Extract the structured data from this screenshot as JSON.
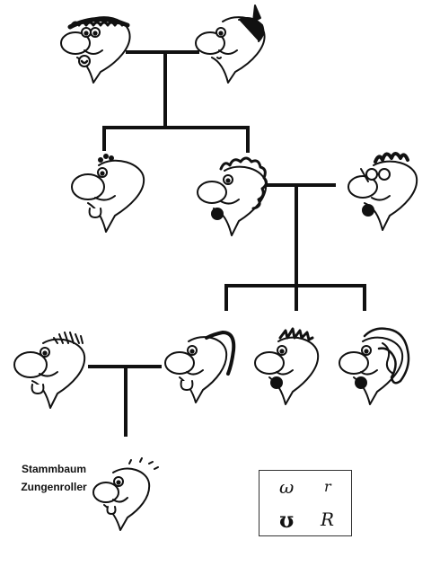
{
  "caption": {
    "line1": "Stammbaum",
    "line2": "Zungenroller"
  },
  "legend": {
    "rows": [
      {
        "symbol_left": "ω",
        "symbol_right": "r"
      },
      {
        "symbol_left": "ʊ",
        "symbol_right": "R"
      }
    ]
  },
  "people": [
    {
      "generation": 1,
      "hair": "short-curly",
      "tongue": "rolled"
    },
    {
      "generation": 1,
      "hair": "bun",
      "tongue": "none"
    },
    {
      "generation": 2,
      "hair": "bald",
      "tongue": "flat"
    },
    {
      "generation": 2,
      "hair": "curly",
      "tongue": "rolled"
    },
    {
      "generation": 2,
      "hair": "glasses",
      "tongue": "rolled"
    },
    {
      "generation": 3,
      "hair": "straight",
      "tongue": "flat"
    },
    {
      "generation": 3,
      "hair": "ponytail",
      "tongue": "flat"
    },
    {
      "generation": 3,
      "hair": "spiky",
      "tongue": "rolled"
    },
    {
      "generation": 3,
      "hair": "long-curly",
      "tongue": "rolled"
    },
    {
      "generation": 4,
      "hair": "sparse",
      "tongue": "flat"
    }
  ],
  "colors": {
    "ink": "#111111",
    "background": "#ffffff"
  }
}
